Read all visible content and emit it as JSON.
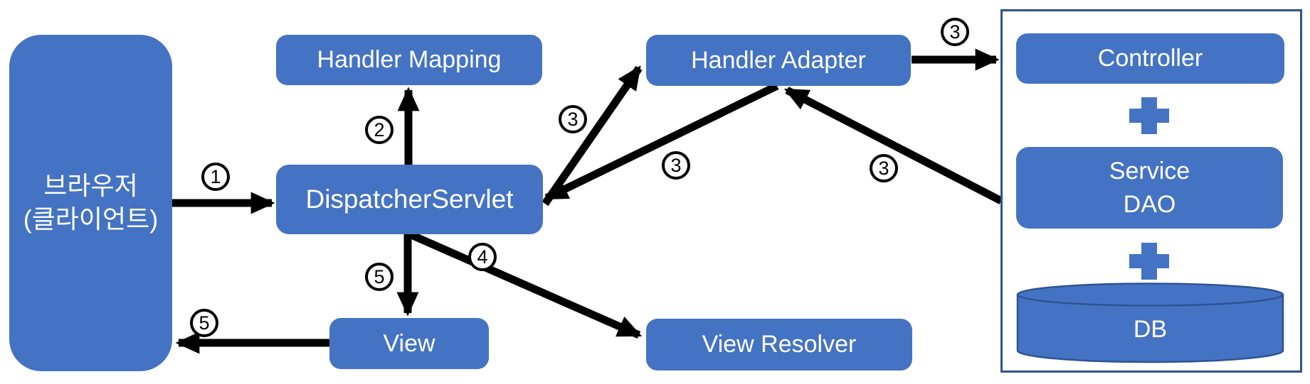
{
  "nodes": {
    "browser": {
      "line1": "브라우저",
      "line2": "(클라이언트)"
    },
    "handler_mapping": {
      "label": "Handler Mapping"
    },
    "dispatcher_servlet": {
      "label": "DispatcherServlet"
    },
    "handler_adapter": {
      "label": "Handler Adapter"
    },
    "controller": {
      "label": "Controller"
    },
    "service_dao": {
      "line1": "Service",
      "line2": "DAO"
    },
    "db": {
      "label": "DB"
    },
    "view": {
      "label": "View"
    },
    "view_resolver": {
      "label": "View Resolver"
    }
  },
  "steps": {
    "s1": "1",
    "s2": "2",
    "s3_dispatcher_to_adapter": "3",
    "s3_adapter_to_dispatcher": "3",
    "s3_adapter_to_controller": "3",
    "s3_service_to_adapter": "3",
    "s4": "4",
    "s5_to_view": "5",
    "s5_to_browser": "5"
  },
  "colors": {
    "node_fill": "#4573C4",
    "container_border": "#2E5395",
    "cylinder_outline": "#2E5395",
    "arrow": "#000000",
    "node_text": "#FFFFFF",
    "badge_border": "#000000",
    "badge_background": "#FFFFFF"
  }
}
